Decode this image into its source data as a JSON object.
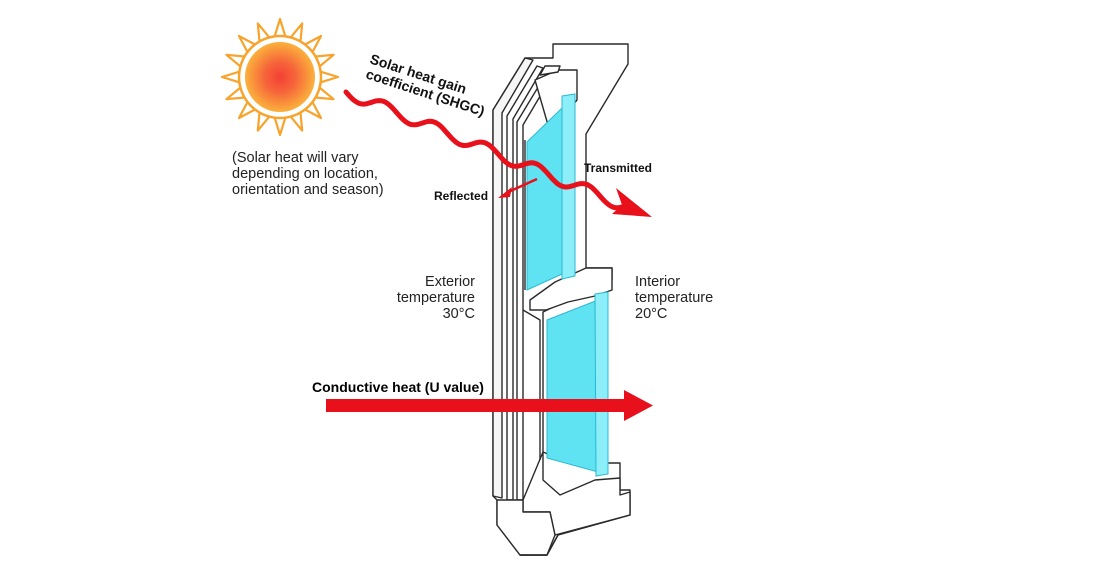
{
  "diagram": {
    "shgc_label": [
      "Solar heat gain",
      "coefficient (SHGC)"
    ],
    "solar_note": [
      "(Solar heat will vary",
      "depending on location,",
      "orientation and season)"
    ],
    "transmitted_label": "Transmitted",
    "reflected_label": "Reflected",
    "exterior_label": [
      "Exterior",
      "temperature",
      "30°C"
    ],
    "interior_label": [
      "Interior",
      "temperature",
      "20°C"
    ],
    "conductive_label": "Conductive heat (U value)"
  },
  "colors": {
    "arrow_red": "#e8101b",
    "glass_blue": "#5fe3f2",
    "sun_core": "#f5473a",
    "sun_outer": "#fbb03b",
    "sun_ray": "#f7a32c"
  },
  "icons": {
    "sun": "sun-icon",
    "window": "window-section-illustration"
  }
}
